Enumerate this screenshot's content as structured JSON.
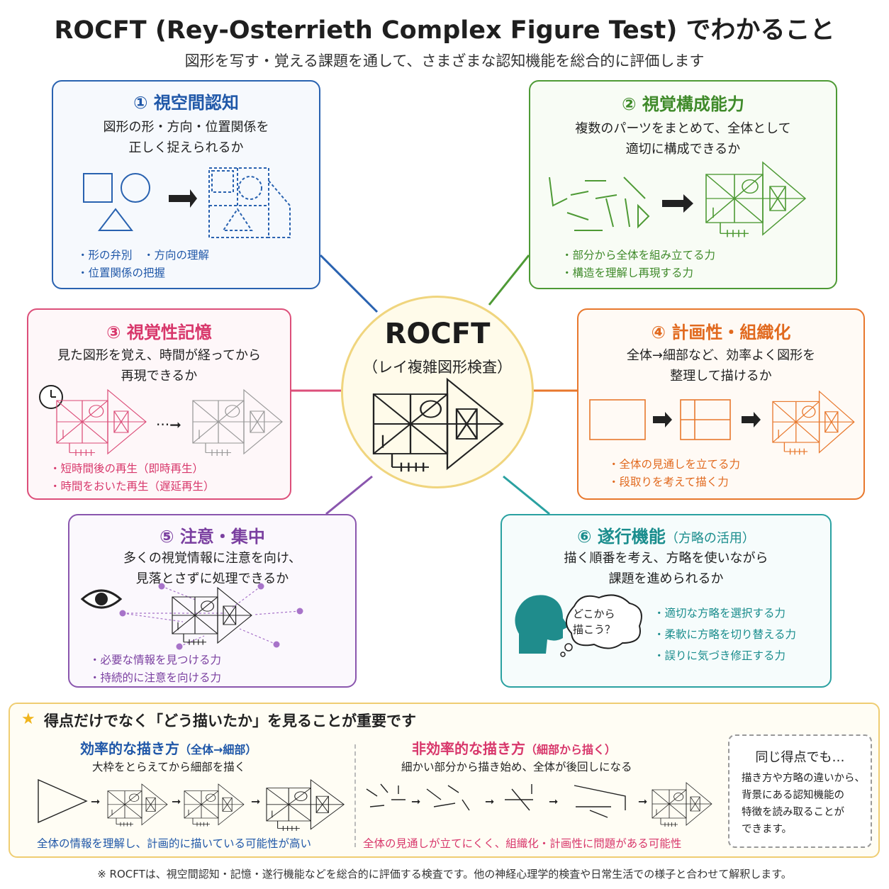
{
  "title": "ROCFT (Rey-Osterrieth Complex Figure Test) でわかること",
  "subtitle": "図形を写す・覚える課題を通して、さまざまな認知機能を総合的に評価します",
  "center": {
    "title": "ROCFT",
    "subtitle": "（レイ複雑図形検査）"
  },
  "cards": {
    "c1": {
      "heading": "① 視空間認知",
      "desc1": "図形の形・方向・位置関係を",
      "desc2": "正しく捉えられるか",
      "b1": "・形の弁別　・方向の理解",
      "b2": "・位置関係の把握"
    },
    "c2": {
      "heading": "② 視覚構成能力",
      "desc1": "複数のパーツをまとめて、全体として",
      "desc2": "適切に構成できるか",
      "b1": "・部分から全体を組み立てる力",
      "b2": "・構造を理解し再現する力"
    },
    "c3": {
      "heading": "③ 視覚性記憶",
      "desc1": "見た図形を覚え、時間が経ってから",
      "desc2": "再現できるか",
      "b1": "・短時間後の再生（即時再生）",
      "b2": "・時間をおいた再生（遅延再生）"
    },
    "c4": {
      "heading": "④ 計画性・組織化",
      "desc1": "全体→細部など、効率よく図形を",
      "desc2": "整理して描けるか",
      "b1": "・全体の見通しを立てる力",
      "b2": "・段取りを考えて描く力"
    },
    "c5": {
      "heading": "⑤ 注意・集中",
      "desc1": "多くの視覚情報に注意を向け、",
      "desc2": "見落とさずに処理できるか",
      "b1": "・必要な情報を見つける力",
      "b2": "・持続的に注意を向ける力"
    },
    "c6": {
      "heading": "⑥ 遂行機能",
      "heading_note": "（方略の活用）",
      "desc1": "描く順番を考え、方略を使いながら",
      "desc2": "課題を進められるか",
      "bubble1": "どこから",
      "bubble2": "描こう？",
      "b1": "・適切な方略を選択する力",
      "b2": "・柔軟に方略を切り替える力",
      "b3": "・誤りに気づき修正する力"
    }
  },
  "bottom": {
    "heading": "得点だけでなく「どう描いたか」を見ることが重要です",
    "efficient": {
      "title": "効率的な描き方",
      "title_note": "（全体→細部）",
      "desc": "大枠をとらえてから細部を描く",
      "caption": "全体の情報を理解し、計画的に描いている可能性が高い"
    },
    "inefficient": {
      "title": "非効率的な描き方",
      "title_note": "（細部から描く）",
      "desc": "細かい部分から描き始め、全体が後回しになる",
      "caption": "全体の見通しが立てにくく、組織化・計画性に問題がある可能性"
    },
    "side": {
      "title": "同じ得点でも…",
      "l1": "描き方や方略の違いから、",
      "l2": "背景にある認知機能の",
      "l3": "特徴を読み取ることが",
      "l4": "できます。"
    }
  },
  "footnote": "※ ROCFTは、視空間認知・記憶・遂行機能などを総合的に評価する検査です。他の神経心理学的検査や日常生活での様子と合わせて解釈します。",
  "colors": {
    "blue": "#2962b0",
    "green": "#4e9a35",
    "pink": "#dc4f7a",
    "orange": "#e8782d",
    "purple": "#8a56ae",
    "teal": "#2aa1a1",
    "gold": "#f0d57e"
  }
}
